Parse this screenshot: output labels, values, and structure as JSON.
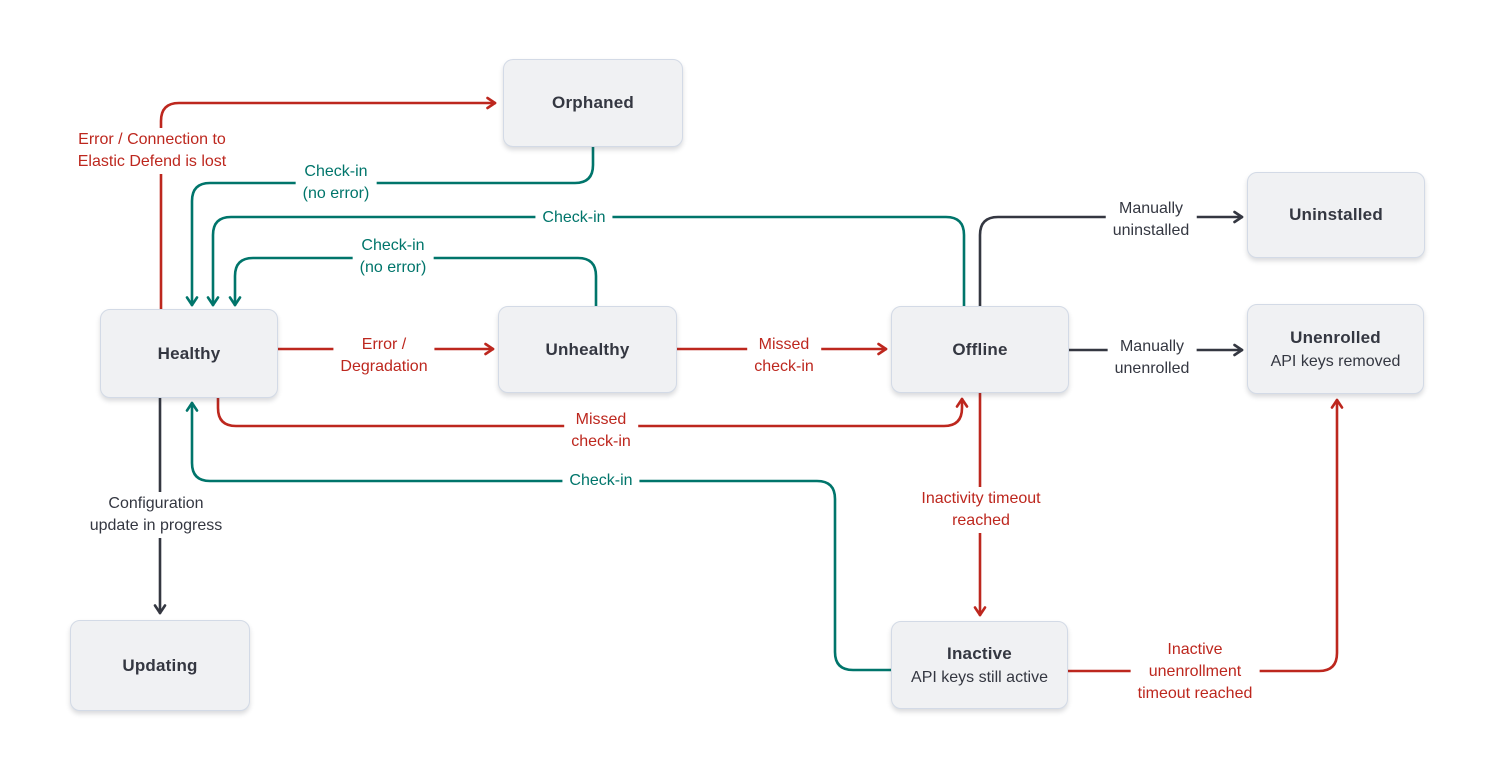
{
  "colors": {
    "error": "#bd271e",
    "success": "#00756b",
    "neutral": "#343741",
    "node_fill": "#f0f1f3",
    "node_border": "#d3dae6",
    "node_text": "#343741",
    "background": "#ffffff"
  },
  "nodes": {
    "orphaned": {
      "label": "Orphaned"
    },
    "healthy": {
      "label": "Healthy"
    },
    "unhealthy": {
      "label": "Unhealthy"
    },
    "offline": {
      "label": "Offline"
    },
    "uninstalled": {
      "label": "Uninstalled"
    },
    "unenrolled": {
      "label": "Unenrolled",
      "sublabel": "API keys removed"
    },
    "updating": {
      "label": "Updating"
    },
    "inactive": {
      "label": "Inactive",
      "sublabel": "API keys still active"
    }
  },
  "edges": {
    "healthy_orphaned": {
      "lines": [
        "Error / Connection to",
        "Elastic Defend is lost"
      ],
      "color": "error"
    },
    "orphaned_healthy": {
      "lines": [
        "Check-in",
        "(no error)"
      ],
      "color": "success"
    },
    "offline_healthy": {
      "lines": [
        "Check-in"
      ],
      "color": "success"
    },
    "unhealthy_healthy": {
      "lines": [
        "Check-in",
        "(no error)"
      ],
      "color": "success"
    },
    "healthy_unhealthy": {
      "lines": [
        "Error /",
        "Degradation"
      ],
      "color": "error"
    },
    "unhealthy_offline": {
      "lines": [
        "Missed",
        "check-in"
      ],
      "color": "error"
    },
    "offline_uninstalled": {
      "lines": [
        "Manually",
        "uninstalled"
      ],
      "color": "neutral"
    },
    "offline_unenrolled": {
      "lines": [
        "Manually",
        "unenrolled"
      ],
      "color": "neutral"
    },
    "healthy_offline": {
      "lines": [
        "Missed",
        "check-in"
      ],
      "color": "error"
    },
    "inactive_healthy": {
      "lines": [
        "Check-in"
      ],
      "color": "success"
    },
    "healthy_updating": {
      "lines": [
        "Configuration",
        "update in progress"
      ],
      "color": "neutral"
    },
    "offline_inactive": {
      "lines": [
        "Inactivity timeout",
        "reached"
      ],
      "color": "error"
    },
    "inactive_unenrolled": {
      "lines": [
        "Inactive",
        "unenrollment",
        "timeout reached"
      ],
      "color": "error"
    }
  }
}
